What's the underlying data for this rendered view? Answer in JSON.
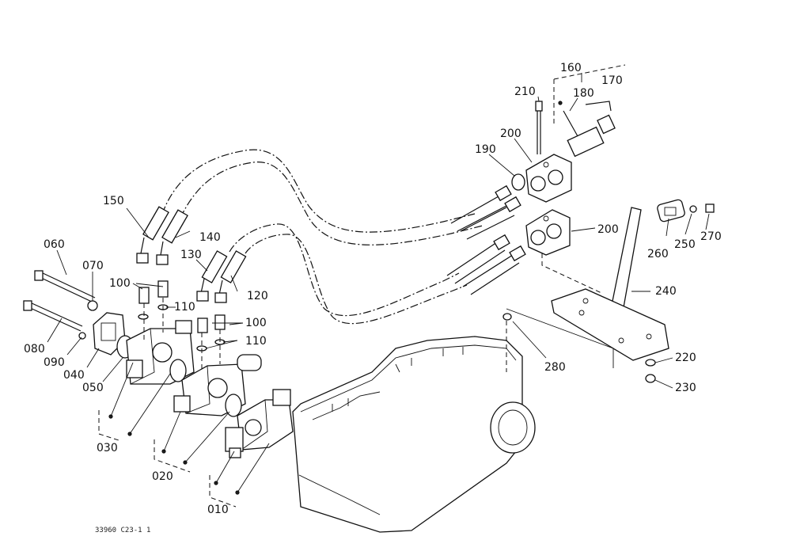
{
  "diagram": {
    "footer_code": "33960 C23-1 1",
    "callouts": {
      "p010": "010",
      "p020": "020",
      "p030": "030",
      "p040": "040",
      "p050": "050",
      "p060": "060",
      "p070": "070",
      "p080": "080",
      "p090": "090",
      "p100a": "100",
      "p100b": "100",
      "p110a": "110",
      "p110b": "110",
      "p120": "120",
      "p130": "130",
      "p140": "140",
      "p150": "150",
      "p160": "160",
      "p170": "170",
      "p180": "180",
      "p190": "190",
      "p200a": "200",
      "p200b": "200",
      "p210": "210",
      "p220": "220",
      "p230": "230",
      "p240": "240",
      "p250": "250",
      "p260": "260",
      "p270": "270",
      "p280": "280"
    }
  }
}
